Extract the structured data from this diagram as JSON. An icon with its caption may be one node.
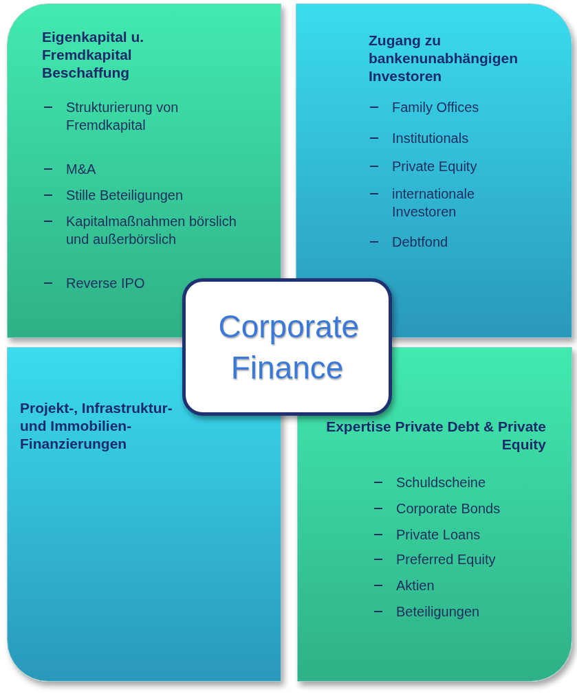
{
  "diagram": {
    "nodes": [
      {
        "text": [
          "Eigenkapital u. Fremdkapital Beschaffung",
          "Strukturierung von Fremdkapital",
          "M&A",
          "Stille Beteiligungen",
          "Kapitalmaßnahmen börslich und außerbörslich",
          "Reverse IPO"
        ]
      },
      {
        "text": [
          "Zugang zu bankenunabhängigen Investoren",
          "Family Offices",
          "Institutionals",
          "Private Equity",
          "internationale Investoren",
          "Debtfond"
        ]
      },
      {
        "text": [
          "Projekt-, Infrastruktur- und Immobilien-Finanzierungen"
        ]
      },
      {
        "text": [
          "Expertise Private Debt & Private Equity",
          "Schuldscheine",
          "Corporate Bonds",
          "Private Loans",
          "Preferred Equity",
          "Aktien",
          "Beteiligungen"
        ]
      },
      {
        "text": [
          "Corporate Finance"
        ]
      }
    ]
  }
}
